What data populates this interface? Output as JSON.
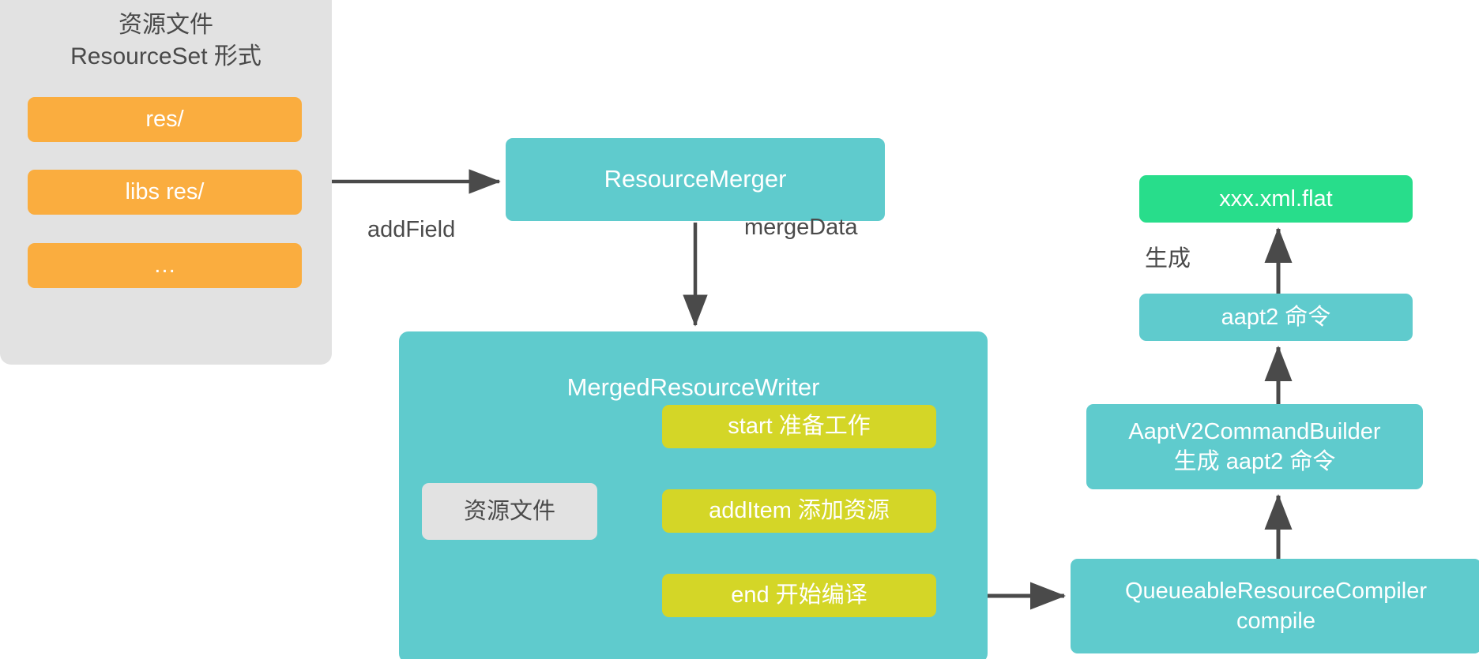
{
  "diagram": {
    "title_group": "资源文件\nResourceSet 形式",
    "colors": {
      "panel_gray": "#e2e2e2",
      "orange": "#faad3f",
      "teal": "#5fcbcd",
      "yellow": "#d4d627",
      "green": "#28dd8b",
      "arrow": "#4a4a4a",
      "text_dark": "#4a4a4a",
      "text_light": "#ffffff",
      "background": "#ffffff"
    },
    "resource_set": {
      "items": [
        {
          "label": "res/"
        },
        {
          "label": "libs res/"
        },
        {
          "label": "…"
        }
      ]
    },
    "nodes": {
      "resource_merger": "ResourceMerger",
      "merged_resource_writer": "MergedResourceWriter",
      "resource_file": "资源文件",
      "step_start": "start 准备工作",
      "step_additem": "addItem 添加资源",
      "step_end": "end 开始编译",
      "queueable_resource_compiler": "QueueableResourceCompiler\ncompile",
      "aapt_v2_command_builder": "AaptV2CommandBuilder\n生成 aapt2 命令",
      "aapt2_command": "aapt2 命令",
      "xml_flat": "xxx.xml.flat"
    },
    "edge_labels": {
      "add_field": "addField",
      "merge_data": "mergeData",
      "generate": "生成"
    }
  }
}
